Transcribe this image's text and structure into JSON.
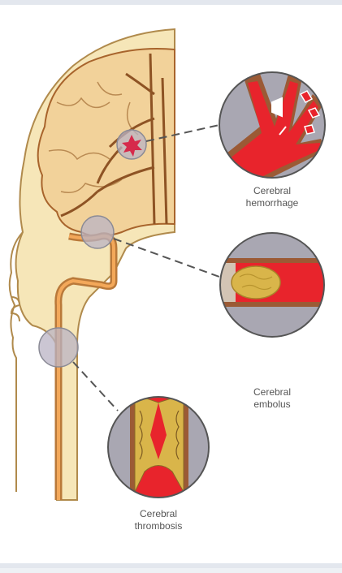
{
  "labels": {
    "hemorrhage_line1": "Cerebral",
    "hemorrhage_line2": "hemorrhage",
    "embolus_line1": "Cerebral",
    "embolus_line2": "embolus",
    "thrombosis_line1": "Cerebral",
    "thrombosis_line2": "thrombosis"
  },
  "colors": {
    "skin": "#f4e2b0",
    "brain": "#f1d29c",
    "vessel": "#a8642c",
    "blood": "#e8242c",
    "clot": "#d9b54a",
    "lens_bg": "#a9a9b3"
  }
}
